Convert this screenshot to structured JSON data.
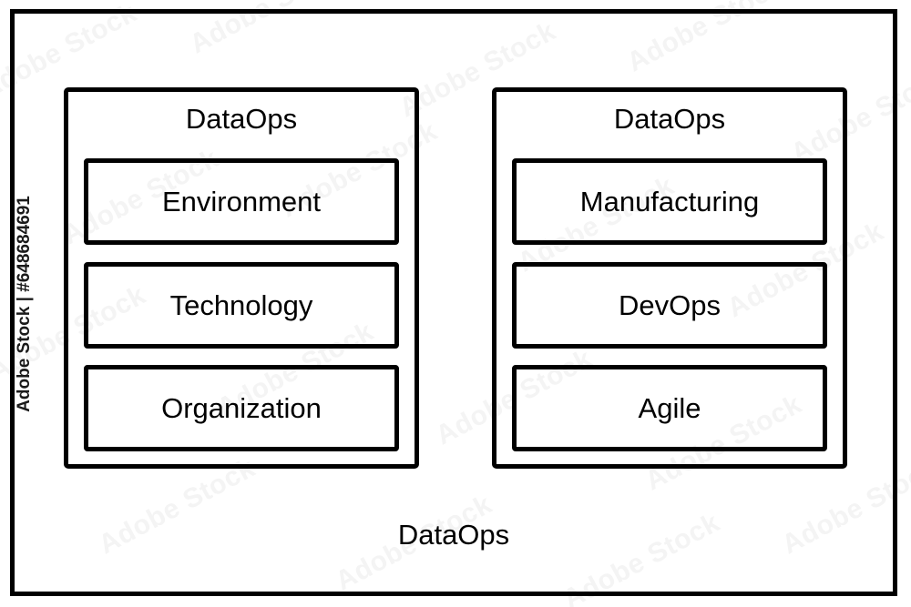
{
  "diagram": {
    "title": "DataOps",
    "bottom_caption": "DataOps",
    "outer_frame_label": "",
    "stroke_color": "#000000",
    "background_color": "#ffffff",
    "panels": [
      {
        "id": "left",
        "title": "DataOps",
        "items": [
          {
            "label": "Environment"
          },
          {
            "label": "Technology"
          },
          {
            "label": "Organization"
          }
        ]
      },
      {
        "id": "right",
        "title": "DataOps",
        "items": [
          {
            "label": "Manufacturing"
          },
          {
            "label": "DevOps"
          },
          {
            "label": "Agile"
          }
        ]
      }
    ]
  },
  "watermark": {
    "credit_line": "Adobe Stock | #648684691",
    "tile_text": "Adobe Stock",
    "tile_color": "#f4f4f4"
  }
}
